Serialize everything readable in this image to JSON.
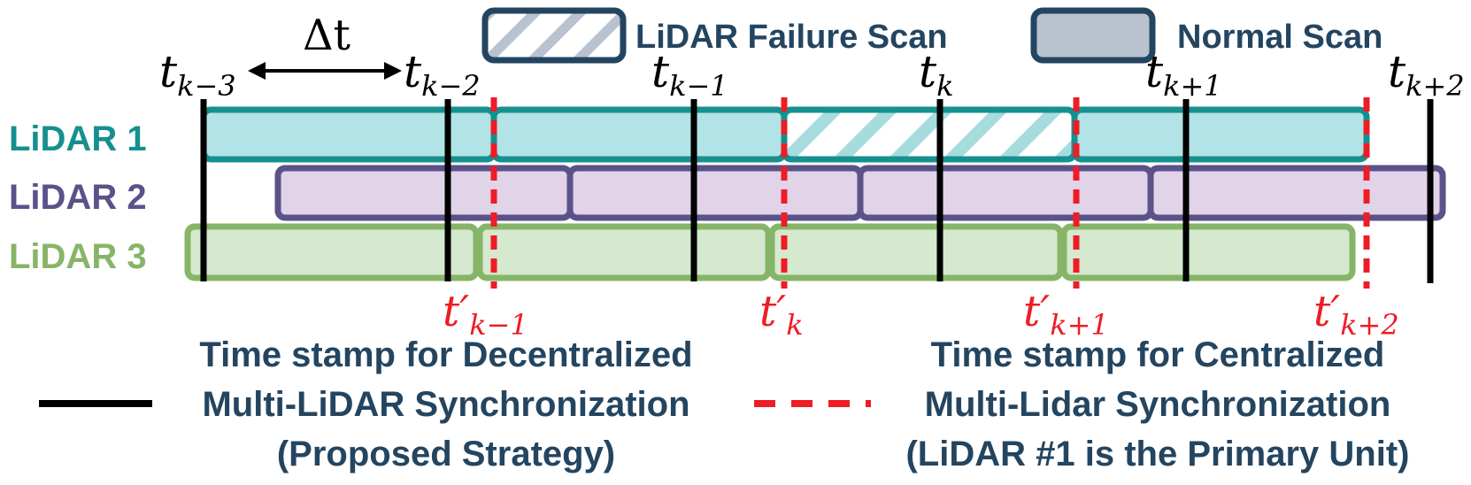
{
  "legend": {
    "failure_label": "LiDAR Failure Scan",
    "normal_label": "Normal Scan"
  },
  "delta_t": "Δt",
  "timestamps_top": [
    {
      "base": "t",
      "sub": "k−3"
    },
    {
      "base": "t",
      "sub": "k−2"
    },
    {
      "base": "t",
      "sub": "k−1"
    },
    {
      "base": "t",
      "sub": "k"
    },
    {
      "base": "t",
      "sub": "k+1"
    },
    {
      "base": "t",
      "sub": "k+2"
    }
  ],
  "timestamps_bottom": [
    {
      "base": "t′",
      "sub": "k−1"
    },
    {
      "base": "t′",
      "sub": "k"
    },
    {
      "base": "t′",
      "sub": "k+1"
    },
    {
      "base": "t′",
      "sub": "k+2"
    }
  ],
  "lidars": [
    {
      "label": "LiDAR 1",
      "color": "#16908f",
      "fill": "#b2e3e6"
    },
    {
      "label": "LiDAR 2",
      "color": "#5a5288",
      "fill": "#e1d3e8"
    },
    {
      "label": "LiDAR 3",
      "color": "#86b567",
      "fill": "#d5e9cf"
    }
  ],
  "colors": {
    "text_dark": "#244560",
    "red": "#ee1c25",
    "black": "#000000",
    "normal_fill": "#b8c3cf"
  },
  "bottom_legend": {
    "left": [
      "Time stamp for Decentralized",
      "Multi-LiDAR Synchronization",
      "(Proposed Strategy)"
    ],
    "right": [
      "Time stamp for Centralized",
      "Multi-Lidar Synchronization",
      "(LiDAR #1 is the Primary Unit)"
    ]
  }
}
